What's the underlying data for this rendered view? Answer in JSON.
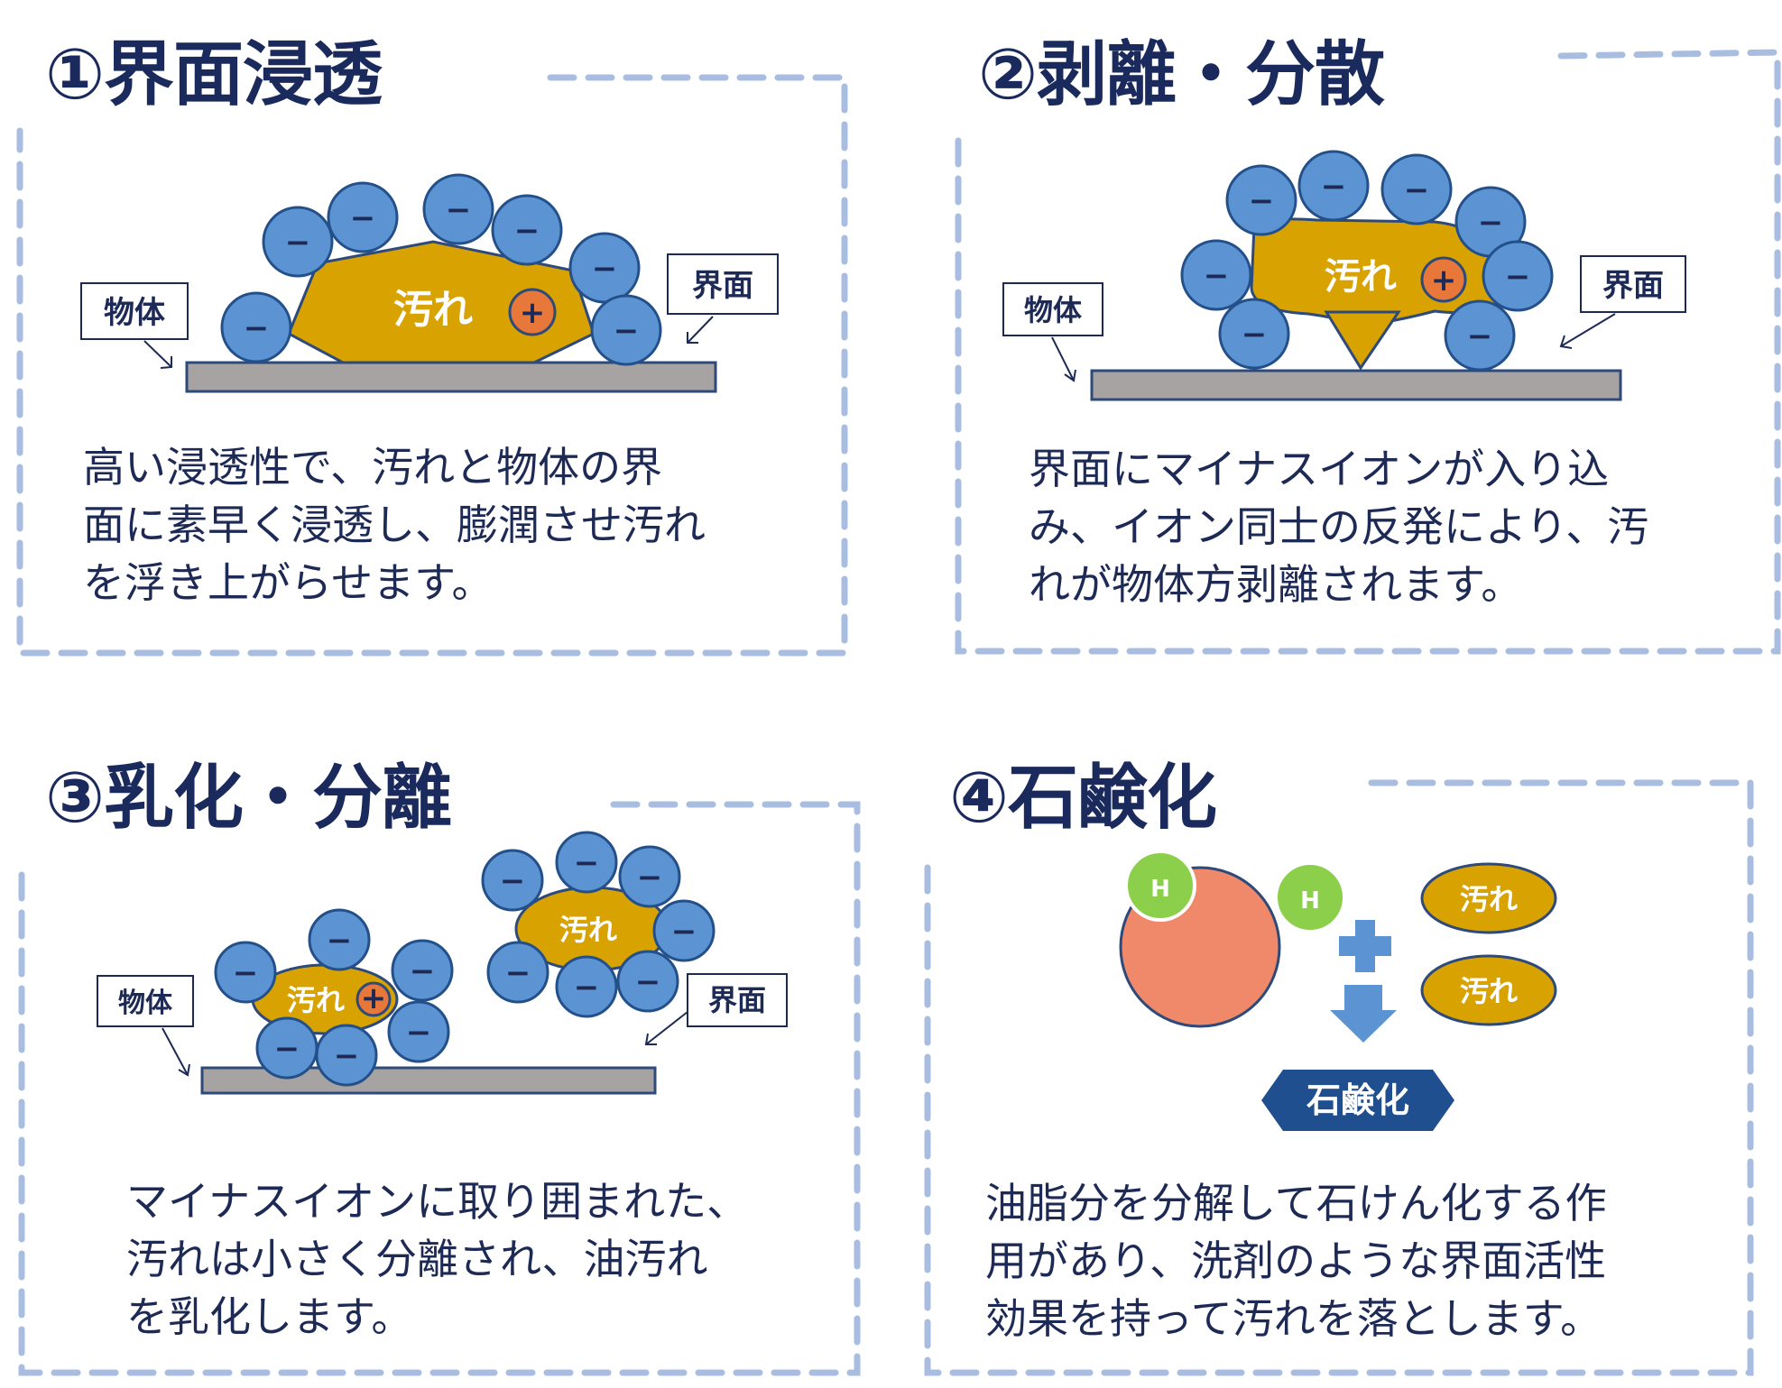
{
  "panels": [
    {
      "title": "①界面浸透",
      "desc": [
        "高い浸透性で、汚れと物体の界",
        "面に素早く浸透し、膨潤させ汚れ",
        "を浮き上がらせます。"
      ]
    },
    {
      "title": "②剥離・分散",
      "desc": [
        "界面にマイナスイオンが入り込",
        "み、イオン同士の反発により、汚",
        "れが物体方剥離されます。"
      ]
    },
    {
      "title": "③乳化・分離",
      "desc": [
        "マイナスイオンに取り囲まれた、",
        "汚れは小さく分離され、油汚れ",
        "を乳化します。"
      ]
    },
    {
      "title": "④石鹸化",
      "desc": [
        "油脂分を分解して石けん化する作",
        "用があり、洗剤のような界面活性",
        "効果を持って汚れを落とします。"
      ]
    }
  ],
  "labels": {
    "object": "物体",
    "interface": "界面",
    "dirt": "汚れ",
    "minus": "−",
    "plus": "+",
    "hydrogen": "H",
    "saponification": "石鹸化"
  },
  "colors": {
    "title": "#1b2a5c",
    "text": "#1d2a55",
    "dashed_border": "#a9bde0",
    "ion_fill": "#5b93d3",
    "ion_stroke": "#24508a",
    "dirt_fill": "#d8a200",
    "plus_fill": "#e8773a",
    "surface_fill": "#a7a3a2",
    "sphere_fill": "#f0896a",
    "hydrogen_fill": "#8ccf4b",
    "arrow_fill": "#5b93d3",
    "badge_fill": "#1f4f8f"
  }
}
